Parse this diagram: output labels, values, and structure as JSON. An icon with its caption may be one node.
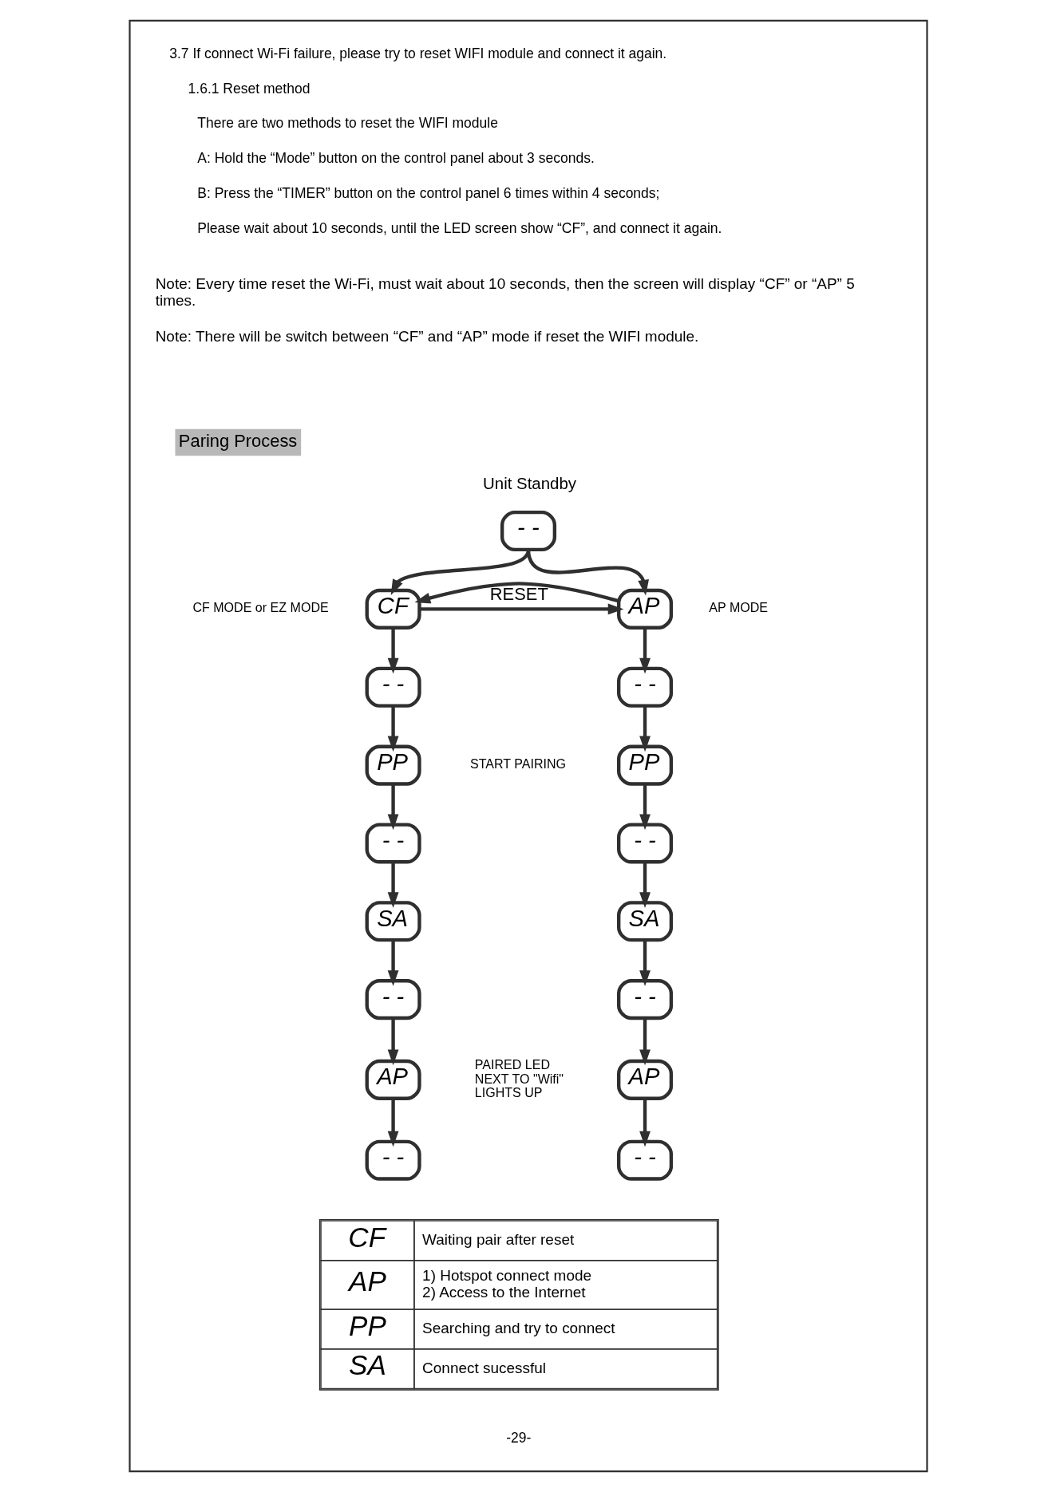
{
  "diagram": {
    "nodes": [
      {
        "text": [],
        "shape": "box"
      },
      {
        "text": [
          "- -"
        ],
        "beside": [
          "Unit Standby"
        ],
        "in": 0
      },
      {
        "text": [
          "CF"
        ],
        "beside": [
          "CF MODE or EZ MODE"
        ],
        "in": 0
      },
      {
        "text": [
          "- -"
        ],
        "in": 0
      },
      {
        "text": [
          "PP"
        ],
        "in": 0
      },
      {
        "text": [
          "- -"
        ],
        "in": 0
      },
      {
        "text": [
          "SA"
        ],
        "in": 0
      },
      {
        "text": [
          "- -"
        ],
        "in": 0
      },
      {
        "text": [
          "AP"
        ],
        "in": 0
      },
      {
        "text": [
          "- -"
        ],
        "in": 0
      },
      {
        "text": [
          "AP"
        ],
        "beside": [
          "AP MODE"
        ],
        "in": 0
      },
      {
        "text": [
          "- -"
        ],
        "in": 0
      },
      {
        "text": [
          "PP"
        ],
        "in": 0
      },
      {
        "text": [
          "- -"
        ],
        "in": 0
      },
      {
        "text": [
          "SA"
        ],
        "in": 0
      },
      {
        "text": [
          "- -"
        ],
        "in": 0
      },
      {
        "text": [
          "AP"
        ],
        "in": 0
      },
      {
        "text": [
          "- -"
        ],
        "in": 0
      }
    ],
    "edges": [
      {
        "from": 1,
        "to": 2,
        "arrow": "to"
      },
      {
        "from": 1,
        "to": 10,
        "arrow": "to"
      },
      {
        "from": 10,
        "to": 2,
        "arrow": "to"
      },
      {
        "from": 2,
        "to": 10,
        "arrow": "to",
        "label": "RESET"
      },
      {
        "from": 2,
        "to": 3,
        "arrow": "to"
      },
      {
        "from": 3,
        "to": 4,
        "arrow": "to"
      },
      {
        "from": 4,
        "to": 5,
        "arrow": "to"
      },
      {
        "from": 5,
        "to": 6,
        "arrow": "to"
      },
      {
        "from": 6,
        "to": 7,
        "arrow": "to"
      },
      {
        "from": 7,
        "to": 8,
        "arrow": "to"
      },
      {
        "from": 8,
        "to": 9,
        "arrow": "to"
      },
      {
        "from": 10,
        "to": 11,
        "arrow": "to"
      },
      {
        "from": 11,
        "to": 12,
        "arrow": "to"
      },
      {
        "from": 12,
        "to": 13,
        "arrow": "to"
      },
      {
        "from": 13,
        "to": 14,
        "arrow": "to"
      },
      {
        "from": 14,
        "to": 15,
        "arrow": "to"
      },
      {
        "from": 15,
        "to": 16,
        "arrow": "to"
      },
      {
        "from": 16,
        "to": 17,
        "arrow": "to"
      }
    ],
    "labels": [
      "3.7 If connect Wi-Fi failure, please try to reset WIFI module and connect it again.",
      "1.6.1 Reset method",
      "There are two methods to reset the WIFI module",
      "A: Hold the “Mode” button on the control panel about 3 seconds.",
      "B: Press the “TIMER” button on the control panel 6 times within 4 seconds;",
      "Please wait about 10 seconds, until the LED screen show “CF”, and connect it again.",
      "Note: Every time reset the Wi-Fi, must wait about 10 seconds, then the screen will display “CF” or “AP” 5 times.",
      "Note: There will be switch between “CF” and “AP” mode if reset the WIFI module.",
      "Paring Process",
      "START PAIRING",
      "PAIRED LED NEXT TO \"Wifi\" LIGHTS UP",
      "CF",
      "Waiting pair after reset",
      "AP",
      "1) Hotspot connect mode 2) Access to the Internet",
      "PP",
      "Searching and try to connect",
      "SA",
      "Connect sucessful",
      "-29-"
    ]
  }
}
